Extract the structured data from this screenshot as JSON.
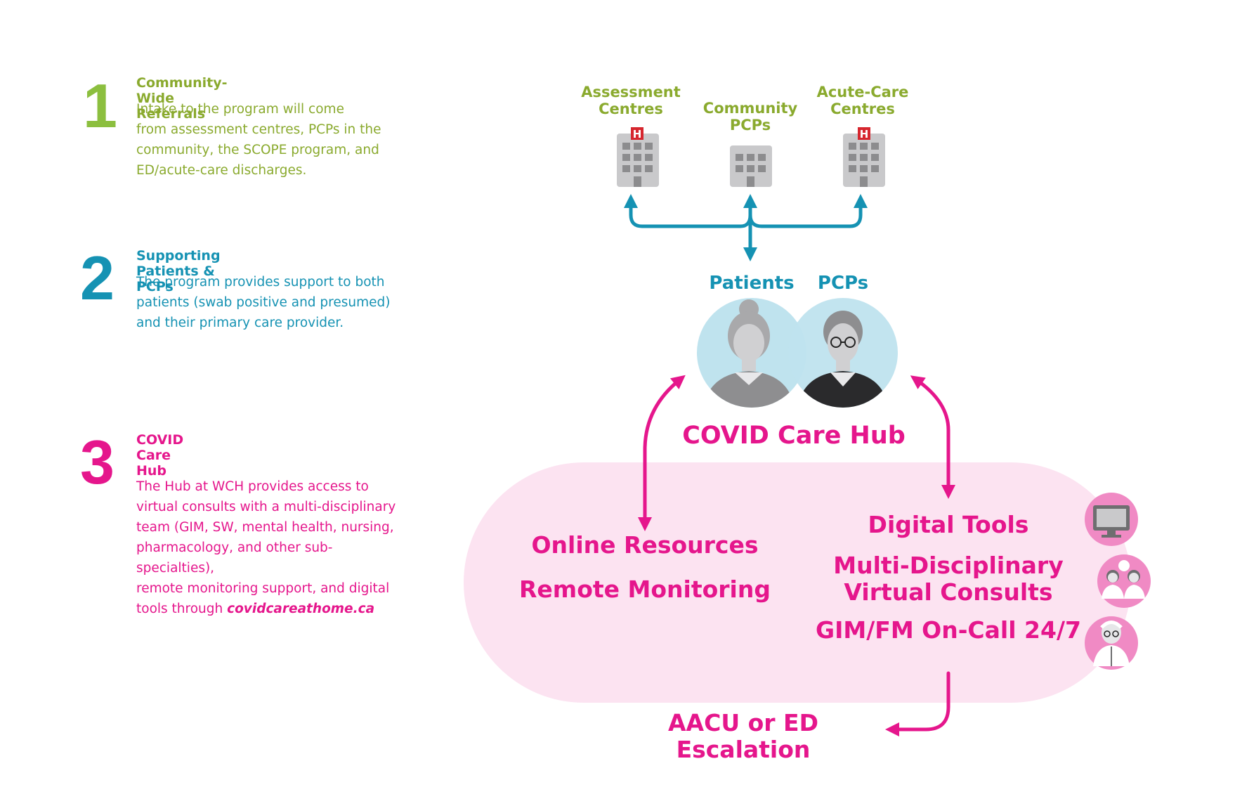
{
  "steps": [
    {
      "number": "1",
      "title": "Community-Wide Referrals",
      "body": "Intake to the program will come\nfrom assessment centres, PCPs in the\ncommunity, the SCOPE program, and\nED/acute-care discharges.",
      "color": "#8cbf3f"
    },
    {
      "number": "2",
      "title": "Supporting Patients & PCPs",
      "body": "The program provides support to both\npatients (swab positive and presumed)\nand their primary care provider.",
      "color": "#1592b3"
    },
    {
      "number": "3",
      "title": "COVID Care Hub",
      "body": "The Hub at WCH provides access to\nvirtual consults with a multi-disciplinary\nteam (GIM, SW, mental health, nursing,\npharmacology, and other sub-specialties),\nremote monitoring support, and digital\ntools through ",
      "link": "covidcareathome.ca",
      "color": "#e5168c"
    }
  ],
  "sources": {
    "assessment": "Assessment\nCentres",
    "community": "Community\nPCPs",
    "acute": "Acute-Care\nCentres",
    "hospital_mark": "H"
  },
  "people": {
    "patients": "Patients",
    "pcps": "PCPs"
  },
  "hub": {
    "title": "COVID Care Hub",
    "online_resources": "Online Resources",
    "remote_monitoring": "Remote Monitoring",
    "digital_tools": "Digital Tools",
    "virtual_consults": "Multi-Disciplinary\nVirtual Consults",
    "on_call": "GIM/FM On-Call 24/7",
    "escalation": "AACU or ED Escalation"
  },
  "colors": {
    "green": "#8cbf3f",
    "teal": "#1592b3",
    "magenta": "#e5168c",
    "hub_bg": "#fce3f1",
    "icon_bg": "#f08ac4",
    "person_circle": "#bfe3ee"
  }
}
